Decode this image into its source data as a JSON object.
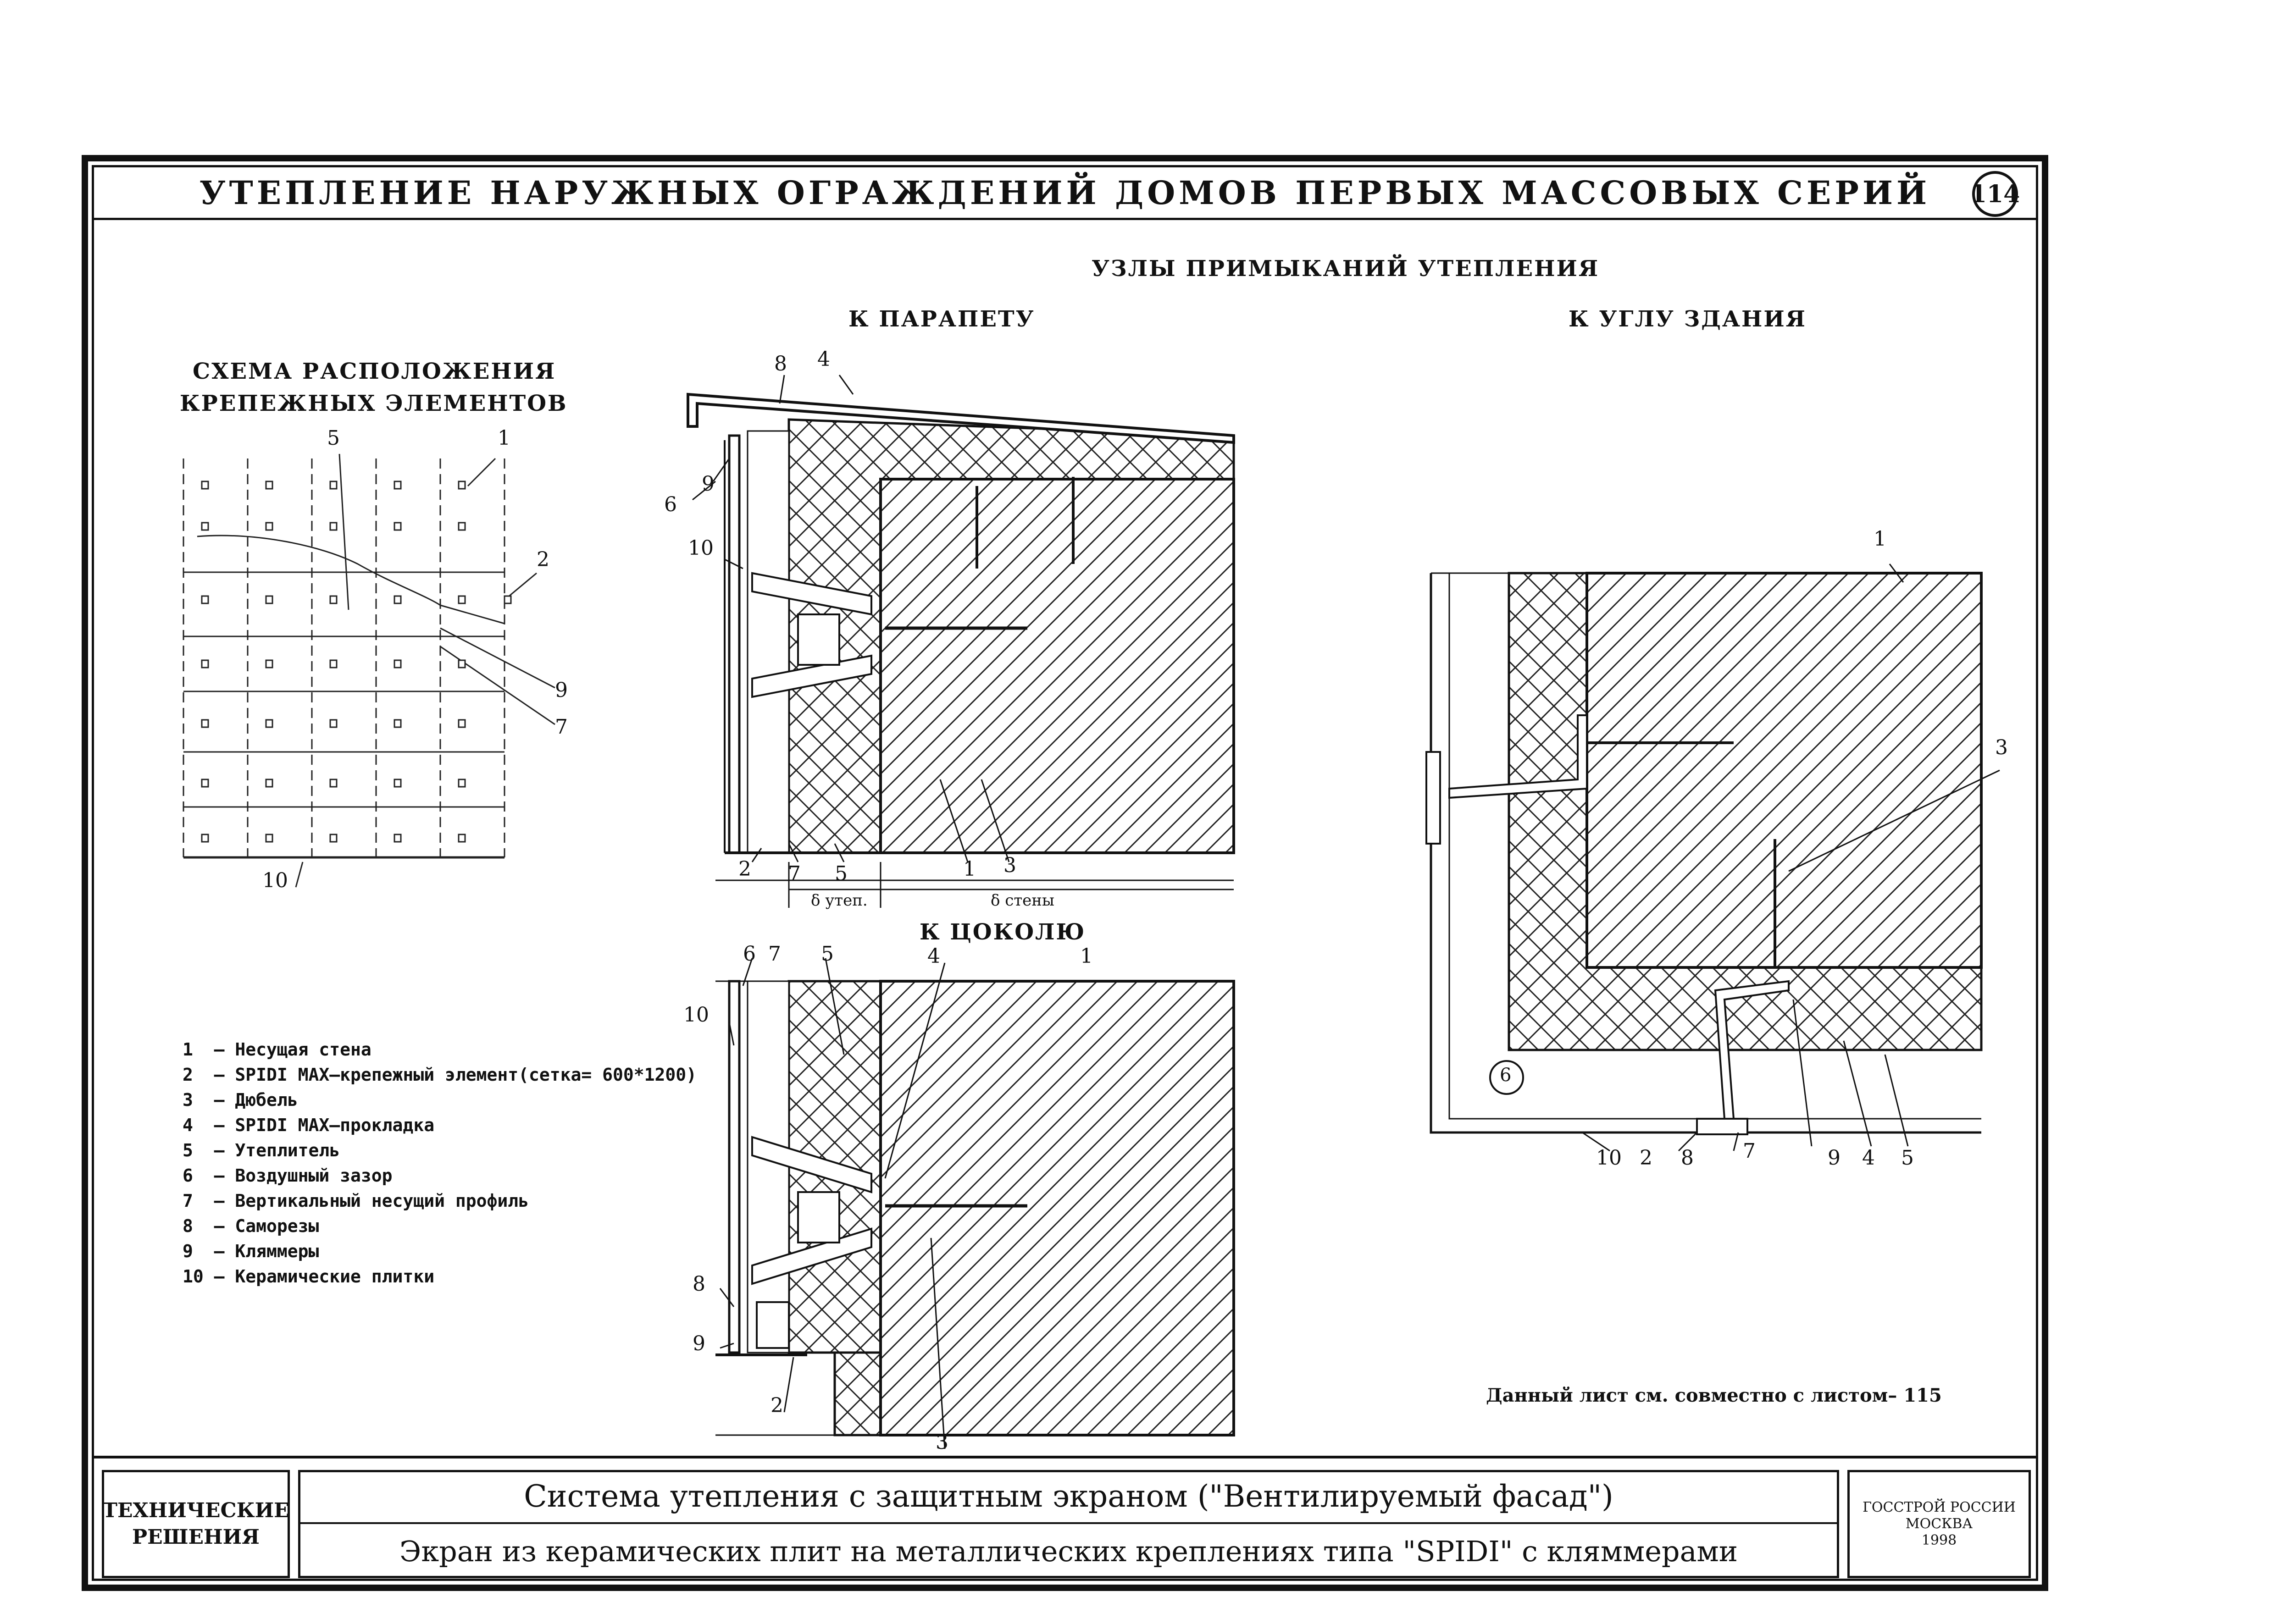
{
  "sheet": {
    "title": "УТЕПЛЕНИЕ НАРУЖНЫХ ОГРАЖДЕНИЙ ДОМОВ ПЕРВЫХ МАССОВЫХ СЕРИЙ",
    "number": "114"
  },
  "headings": {
    "nodes": "УЗЛЫ ПРИМЫКАНИЙ УТЕПЛЕНИЯ",
    "parapet": "К ПАРАПЕТУ",
    "corner": "К УГЛУ ЗДАНИЯ",
    "plinth": "К ЦОКОЛЮ",
    "scheme_line1": "СХЕМА РАСПОЛОЖЕНИЯ",
    "scheme_line2": "КРЕПЕЖНЫХ ЭЛЕМЕНТОВ"
  },
  "dimensions": {
    "insulation": "δ утеп.",
    "wall": "δ стены"
  },
  "callouts": {
    "scheme": [
      "5",
      "1",
      "2",
      "9",
      "7",
      "10"
    ],
    "parapet": [
      "8",
      "4",
      "6",
      "9",
      "10",
      "2",
      "7",
      "5",
      "1",
      "3"
    ],
    "plinth": [
      "6",
      "7",
      "5",
      "4",
      "1",
      "10",
      "8",
      "9",
      "2",
      "3"
    ],
    "corner": [
      "1",
      "3",
      "6",
      "10",
      "2",
      "8",
      "7",
      "9",
      "4",
      "5"
    ]
  },
  "legend": [
    "1  – Несущая стена",
    "2  – SPIDI MAX–крепежный элемент(сетка= 600*1200)",
    "3  – Дюбель",
    "4  – SPIDI MAX–прокладка",
    "5  – Утеплитель",
    "6  – Воздушный зазор",
    "7  – Вертикальный несущий профиль",
    "8  – Саморезы",
    "9  – Кляммеры",
    "10 – Керамические плитки"
  ],
  "note": "Данный лист см. совместно с листом– 115",
  "stamp": {
    "category_line1": "ТЕХНИЧЕСКИЕ",
    "category_line2": "РЕШЕНИЯ",
    "system": "Система утепления с защитным экраном (\"Вентилируемый фасад\")",
    "description": "Экран из керамических плит на металлических креплениях типа \"SPIDI\" с кляммерами",
    "org_line1": "ГОССТРОЙ РОССИИ",
    "org_line2": "МОСКВА",
    "org_line3": "1998"
  }
}
